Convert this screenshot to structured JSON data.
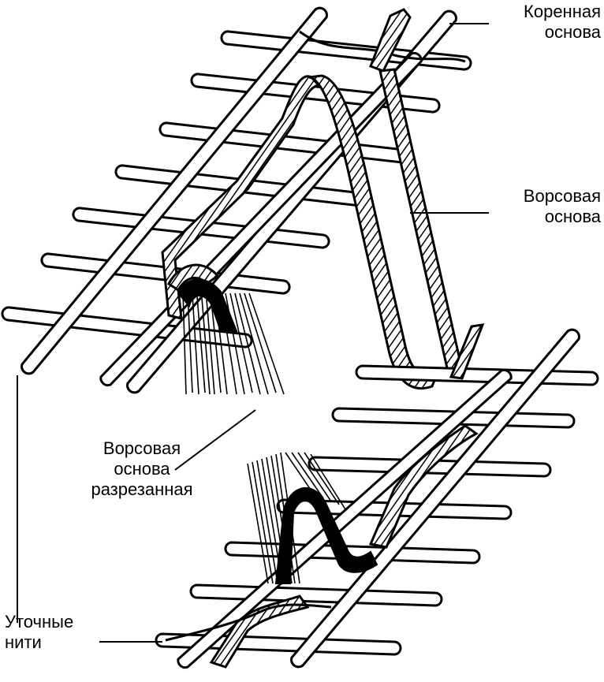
{
  "labels": {
    "root_warp": [
      "Коренная",
      "основа"
    ],
    "pile_warp": [
      "Ворсовая",
      "основа"
    ],
    "cut_pile_warp": [
      "Ворсовая",
      "основа",
      "разрезанная"
    ],
    "weft_threads": [
      "Уточные",
      "нити"
    ]
  },
  "colors": {
    "ink": "#000000",
    "paper": "#ffffff"
  }
}
